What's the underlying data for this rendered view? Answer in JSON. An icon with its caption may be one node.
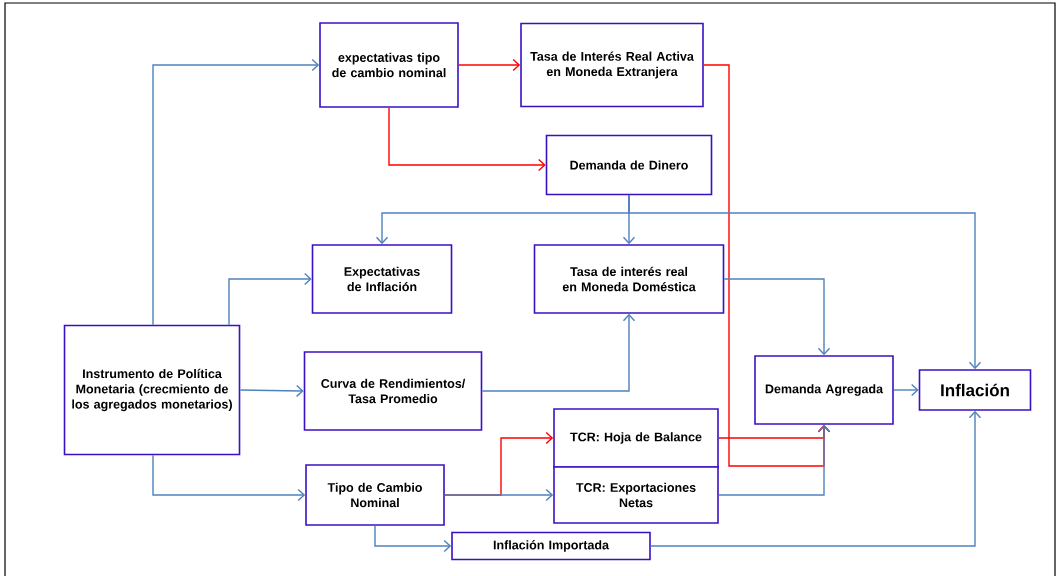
{
  "diagram": {
    "nodes": [
      {
        "text": [
          "Instrumento de Política Monetaria (crecmiento de los agregados monetarios)"
        ]
      },
      {
        "text": [
          "expectativas tipo de cambio nominal"
        ]
      },
      {
        "text": [
          "Tasa de Interés Real Activa en Moneda Extranjera"
        ]
      },
      {
        "text": [
          "Demanda de Dinero"
        ]
      },
      {
        "text": [
          "Expectativas de Inflación"
        ]
      },
      {
        "text": [
          "Tasa de interés real en Moneda Doméstica"
        ]
      },
      {
        "text": [
          "Curva de Rendimientos/ Tasa Promedio"
        ]
      },
      {
        "text": [
          "Demanda Agregada"
        ]
      },
      {
        "text": [
          "Inflación"
        ]
      },
      {
        "text": [
          "TCR: Hoja de Balance"
        ]
      },
      {
        "text": [
          "Tipo de Cambio Nominal"
        ]
      },
      {
        "text": [
          "TCR: Exportaciones Netas"
        ]
      },
      {
        "text": [
          "Inflación Importada"
        ]
      }
    ],
    "edges": [
      {
        "from": 0,
        "to": 1,
        "arrow": "to"
      },
      {
        "from": 0,
        "to": 4,
        "arrow": "to"
      },
      {
        "from": 0,
        "to": 6,
        "arrow": "to"
      },
      {
        "from": 0,
        "to": 10,
        "arrow": "to"
      },
      {
        "from": 1,
        "to": 2,
        "arrow": "to",
        "color": "#ff0000"
      },
      {
        "from": 1,
        "to": 3,
        "arrow": "to",
        "color": "#ff0000"
      },
      {
        "from": 2,
        "to": 7,
        "arrow": "to",
        "color": "#ff0000"
      },
      {
        "from": 3,
        "to": 4,
        "arrow": "to"
      },
      {
        "from": 3,
        "to": 5,
        "arrow": "to"
      },
      {
        "from": 3,
        "to": 8,
        "arrow": "to"
      },
      {
        "from": 5,
        "to": 7,
        "arrow": "to"
      },
      {
        "from": 6,
        "to": 5,
        "arrow": "to"
      },
      {
        "from": 10,
        "to": 9,
        "arrow": "to",
        "color": "#ff0000"
      },
      {
        "from": 10,
        "to": 11,
        "arrow": "to"
      },
      {
        "from": 9,
        "to": 7,
        "arrow": "to",
        "color": "#ff0000"
      },
      {
        "from": 11,
        "to": 7,
        "arrow": "to"
      },
      {
        "from": 10,
        "to": 12,
        "arrow": "to"
      },
      {
        "from": 12,
        "to": 8,
        "arrow": "to"
      },
      {
        "from": 7,
        "to": 8,
        "arrow": "to"
      }
    ]
  }
}
